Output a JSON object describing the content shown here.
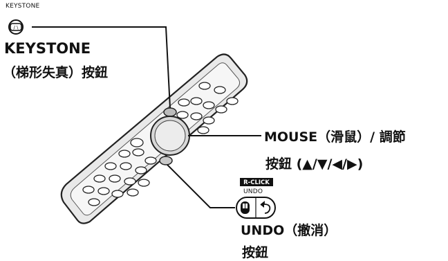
{
  "keystone": {
    "small_label": "KEYSTONE",
    "button_glyph": "/ \\",
    "title": "KEYSTONE",
    "chinese": "（梯形失真）按鈕"
  },
  "mouse": {
    "line1": "MOUSE（滑鼠）/ 調節",
    "line2": "按鈕 (▲/▼/◀/▶)"
  },
  "undo": {
    "rclick_badge": "R-CLICK",
    "undo_small": "UNDO",
    "line1": "UNDO（撤消）",
    "line2": "按鈕"
  },
  "icons": [
    "keystone-button-icon",
    "mouse-icon",
    "undo-arrow-icon",
    "remote-control"
  ]
}
